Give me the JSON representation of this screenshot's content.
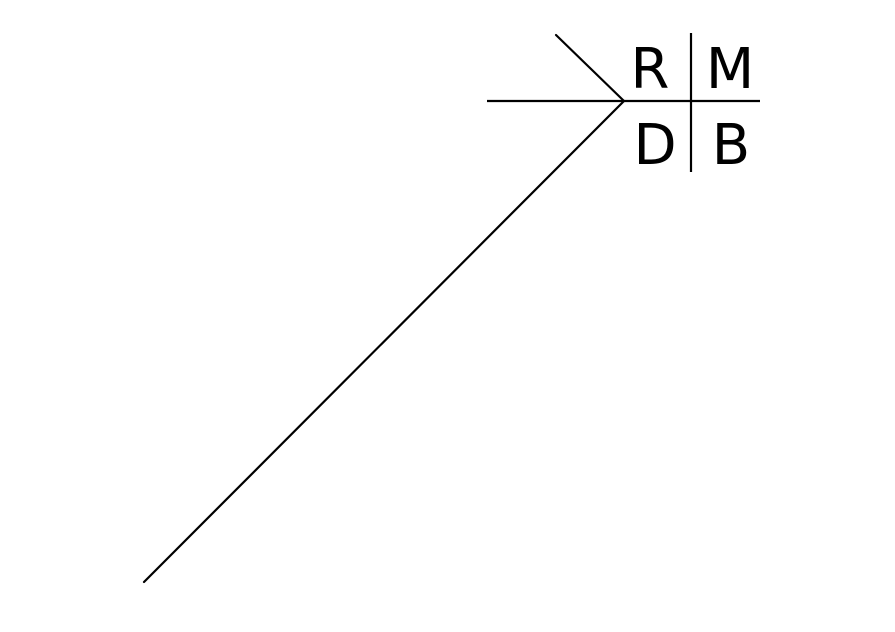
{
  "diagram": {
    "labels": {
      "top_left": "R",
      "top_right": "M",
      "bottom_left": "D",
      "bottom_right": "B"
    },
    "colors": {
      "stroke": "#000000",
      "text": "#000000",
      "background": "#ffffff"
    }
  }
}
